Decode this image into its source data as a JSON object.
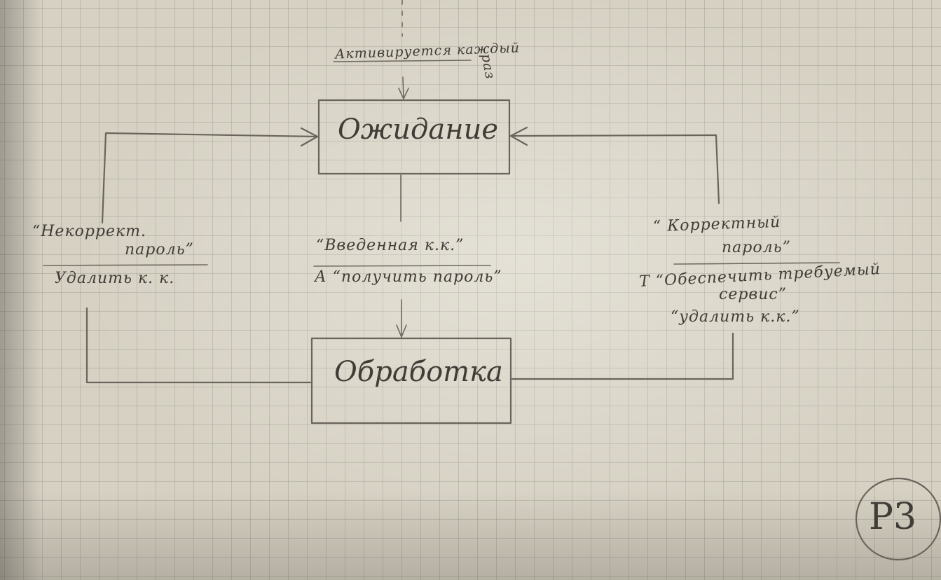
{
  "states": {
    "waiting": "Ожидание",
    "processing": "Обработка"
  },
  "initial_trigger": {
    "line1": "Активируется каждый",
    "line2": "раз"
  },
  "transition_entered": {
    "event": "“Введенная к.к.”",
    "action": "А “получить пароль”"
  },
  "transition_incorrect": {
    "event_line1": "“Некоррект.",
    "event_line2": "пароль”",
    "action": "Удалить к. к."
  },
  "transition_correct": {
    "event_line1": "“ Корректный",
    "event_line2": "пароль”",
    "action_line1": "Т “Обеспечить требуемый",
    "action_line2": "сервис”",
    "action_line3": "“удалить к.к.”"
  },
  "page_mark": "Р3"
}
